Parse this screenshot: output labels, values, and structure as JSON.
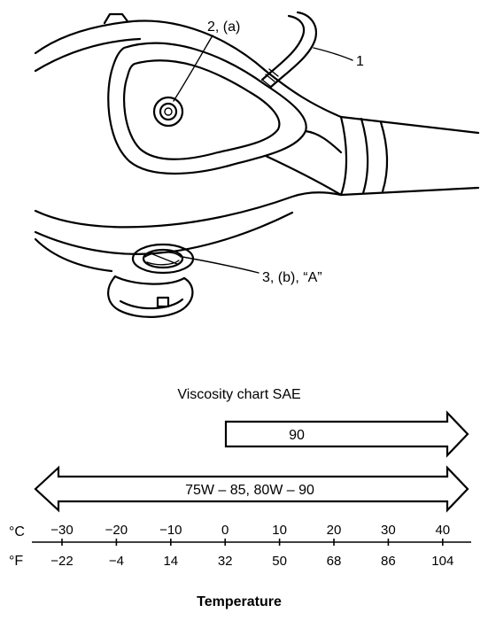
{
  "callouts": {
    "label_1": "1",
    "label_2": "2, (a)",
    "label_3": "3, (b), “A”"
  },
  "chart": {
    "title": "Viscosity chart SAE",
    "grade_90": "90",
    "grade_multi": "75W – 85, 80W – 90",
    "celsius_unit": "°C",
    "fahrenheit_unit": "°F",
    "celsius_ticks": [
      "−30",
      "−20",
      "−10",
      "0",
      "10",
      "20",
      "30",
      "40"
    ],
    "fahrenheit_ticks": [
      "−22",
      "−4",
      "14",
      "32",
      "50",
      "68",
      "86",
      "104"
    ],
    "axis_label": "Temperature"
  }
}
